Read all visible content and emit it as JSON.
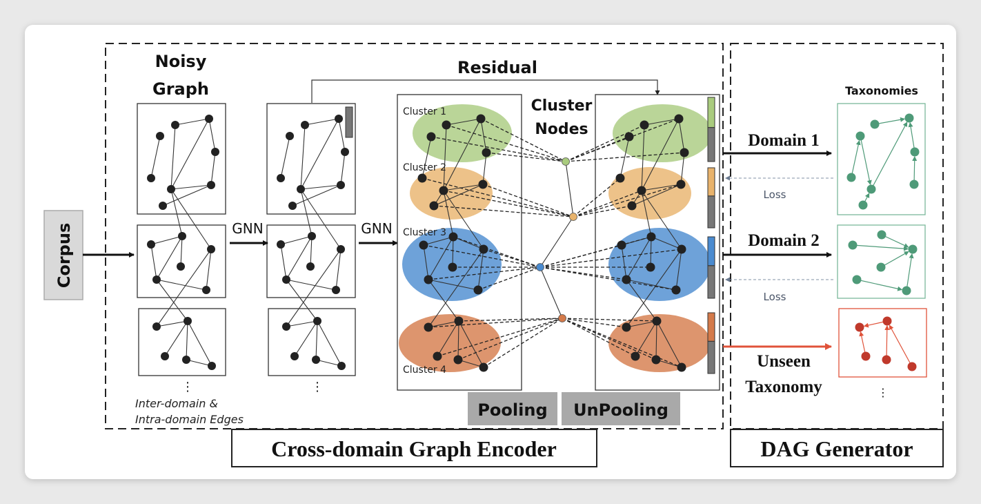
{
  "corpus": {
    "label": "Corpus"
  },
  "encoder": {
    "title": "Cross-domain Graph Encoder",
    "noisy_graph_title_line1": "Noisy",
    "noisy_graph_title_line2": "Graph",
    "gnn_label_1": "GNN",
    "gnn_label_2": "GNN",
    "residual_label": "Residual",
    "cluster_nodes_line1": "Cluster",
    "cluster_nodes_line2": "Nodes",
    "edges_note_line1": "Inter-domain &",
    "edges_note_line2": "Intra-domain Edges",
    "ellipsis": "⋮",
    "clusters": [
      {
        "label": "Cluster 1",
        "color": "#a9cb7e"
      },
      {
        "label": "Cluster 2",
        "color": "#e8b36c"
      },
      {
        "label": "Cluster 3",
        "color": "#4a8bd0"
      },
      {
        "label": "Cluster 4",
        "color": "#d47a4a"
      }
    ],
    "pooling_label": "Pooling",
    "unpooling_label": "UnPooling"
  },
  "generator": {
    "title": "DAG Generator",
    "taxonomies_label": "Taxonomies",
    "domain1_label": "Domain 1",
    "domain2_label": "Domain 2",
    "loss_label_1": "Loss",
    "loss_label_2": "Loss",
    "unseen_line1": "Unseen",
    "unseen_line2": "Taxonomy",
    "ellipsis": "⋮",
    "seen_color": "#4e9a78",
    "unseen_color": "#c0392b"
  }
}
